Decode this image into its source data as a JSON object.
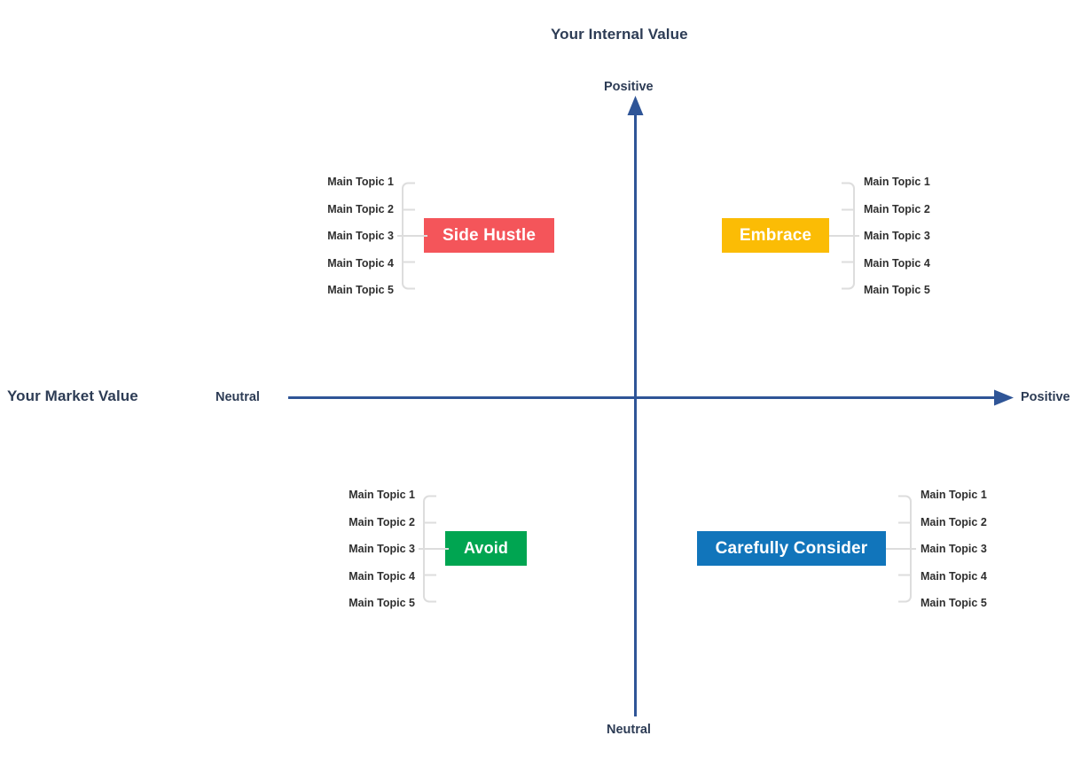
{
  "chart_data": {
    "type": "scatter",
    "title": "Your Internal Value",
    "xlabel": "Your Market Value",
    "ylabel": "Your Internal Value",
    "axes": {
      "vertical": {
        "top_label": "Positive",
        "bottom_label": "Neutral"
      },
      "horizontal": {
        "left_label": "Neutral",
        "right_label": "Positive"
      }
    },
    "grid": false,
    "legend": "none",
    "quadrants": [
      {
        "id": "side-hustle",
        "label": "Side Hustle",
        "color": "#F4555A",
        "position": "top-left",
        "x_band": "Neutral market value",
        "y_band": "Positive internal value",
        "topics": [
          "Main Topic 1",
          "Main Topic 2",
          "Main Topic 3",
          "Main Topic 4",
          "Main Topic 5"
        ]
      },
      {
        "id": "embrace",
        "label": "Embrace",
        "color": "#FBBC05",
        "position": "top-right",
        "x_band": "Positive market value",
        "y_band": "Positive internal value",
        "topics": [
          "Main Topic 1",
          "Main Topic 2",
          "Main Topic 3",
          "Main Topic 4",
          "Main Topic 5"
        ]
      },
      {
        "id": "avoid",
        "label": "Avoid",
        "color": "#00A551",
        "position": "bottom-left",
        "x_band": "Neutral market value",
        "y_band": "Neutral internal value",
        "topics": [
          "Main Topic 1",
          "Main Topic 2",
          "Main Topic 3",
          "Main Topic 4",
          "Main Topic 5"
        ]
      },
      {
        "id": "carefully-consider",
        "label": "Carefully Consider",
        "color": "#1175BB",
        "position": "bottom-right",
        "x_band": "Positive market value",
        "y_band": "Neutral internal value",
        "topics": [
          "Main Topic 1",
          "Main Topic 2",
          "Main Topic 3",
          "Main Topic 4",
          "Main Topic 5"
        ]
      }
    ],
    "colors": {
      "axis": "#2F5597",
      "title_text": "#2D3C55",
      "topic_text": "#2F2F2F",
      "connector": "#DDDDDD",
      "background": "#FFFFFF"
    }
  }
}
